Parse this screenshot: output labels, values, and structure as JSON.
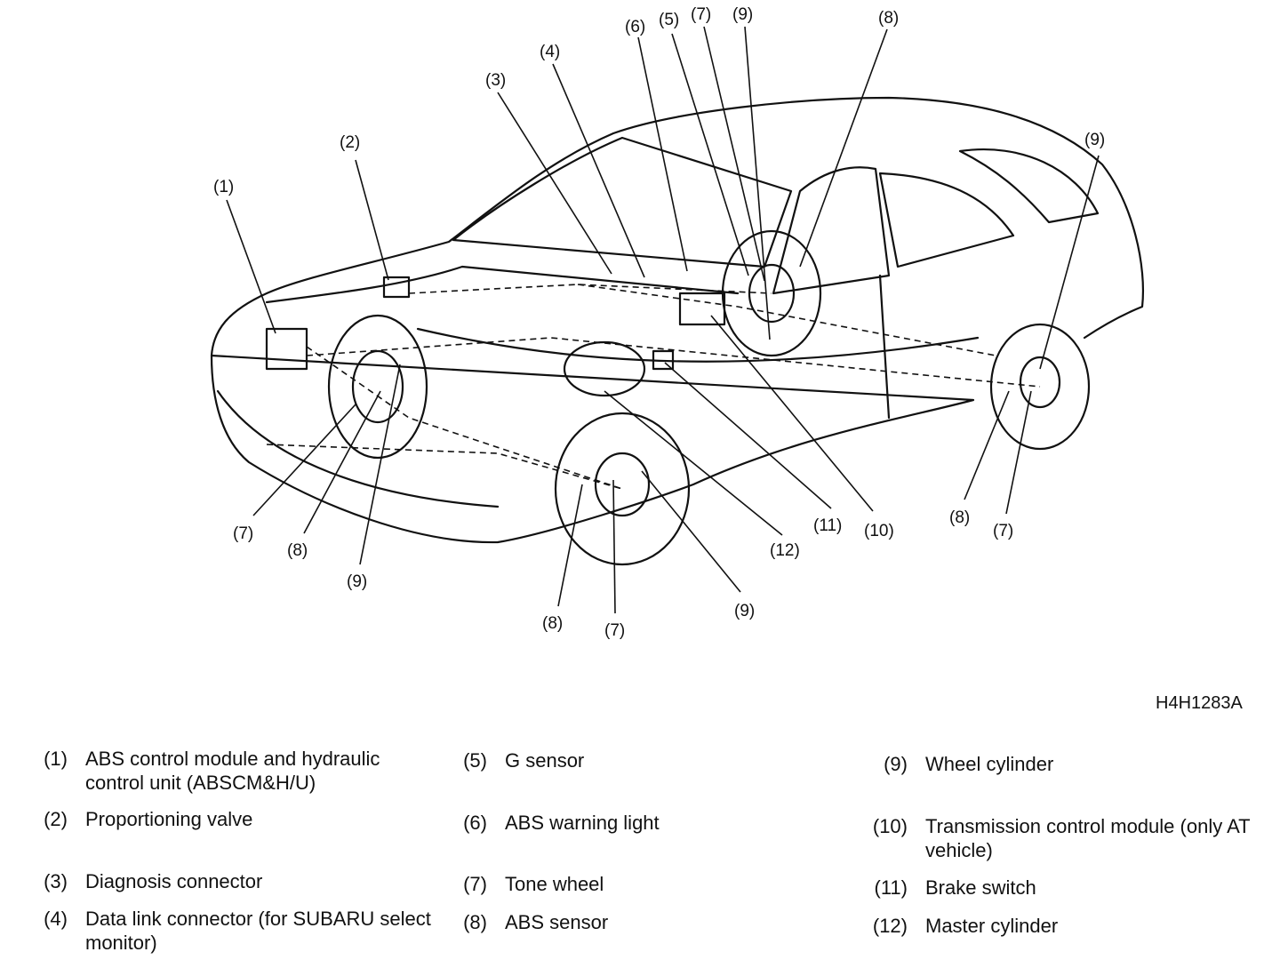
{
  "diagram": {
    "figure_code": "H4H1283A",
    "callouts": [
      "(1)",
      "(2)",
      "(3)",
      "(4)",
      "(6)",
      "(5)",
      "(7)",
      "(9)",
      "(8)",
      "(9)",
      "(7)",
      "(8)",
      "(9)",
      "(8)",
      "(7)",
      "(9)",
      "(12)",
      "(11)",
      "(10)",
      "(8)",
      "(7)"
    ]
  },
  "legend": [
    {
      "num": "(1)",
      "text": "ABS control module and hydraulic control unit (ABSCM&H/U)"
    },
    {
      "num": "(2)",
      "text": "Proportioning valve"
    },
    {
      "num": "(3)",
      "text": "Diagnosis connector"
    },
    {
      "num": "(4)",
      "text": "Data link connector (for SUBARU select monitor)"
    },
    {
      "num": "(5)",
      "text": "G sensor"
    },
    {
      "num": "(6)",
      "text": "ABS warning light"
    },
    {
      "num": "(7)",
      "text": "Tone wheel"
    },
    {
      "num": "(8)",
      "text": "ABS sensor"
    },
    {
      "num": "(9)",
      "text": "Wheel cylinder"
    },
    {
      "num": "(10)",
      "text": "Transmission control module (only AT vehicle)"
    },
    {
      "num": "(11)",
      "text": "Brake switch"
    },
    {
      "num": "(12)",
      "text": "Master cylinder"
    }
  ]
}
